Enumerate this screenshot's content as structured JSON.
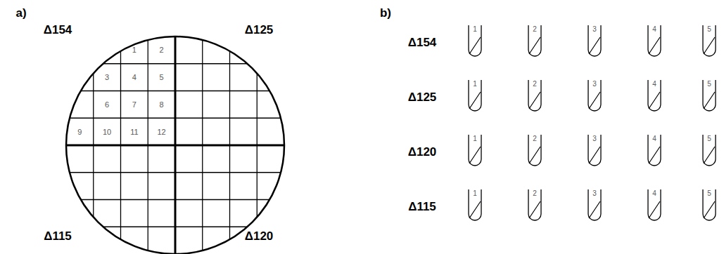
{
  "diagram": {
    "labels": [
      "a)",
      "Δ154",
      "Δ125",
      "Δ115",
      "Δ120",
      "1",
      "2",
      "3",
      "4",
      "5",
      "6",
      "7",
      "8",
      "9",
      "10",
      "11",
      "12",
      "b)",
      "Δ154",
      "1",
      "2",
      "3",
      "4",
      "5",
      "Δ125",
      "1",
      "2",
      "3",
      "4",
      "5",
      "Δ120",
      "1",
      "2",
      "3",
      "4",
      "5",
      "Δ115",
      "1",
      "2",
      "3",
      "4",
      "5"
    ]
  }
}
